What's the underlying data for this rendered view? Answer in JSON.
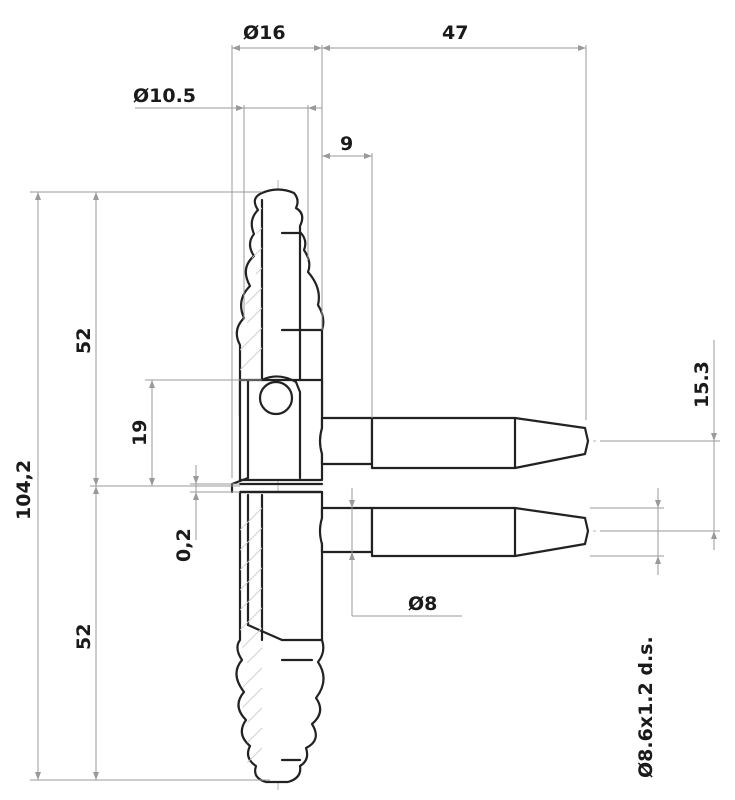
{
  "dimensions": {
    "d16": "Ø16",
    "d47": "47",
    "d10_5": "Ø10.5",
    "d9": "9",
    "d15_3": "15.3",
    "d52_top": "52",
    "d19": "19",
    "d104_2": "104,2",
    "d0_2": "0,2",
    "d8": "Ø8",
    "d52_bottom": "52",
    "d8_6": "Ø8.6x1.2 d.s."
  },
  "colors": {
    "outline": "#222222",
    "dimension_line": "#9a9a9a",
    "text": "#1a1a1a"
  }
}
